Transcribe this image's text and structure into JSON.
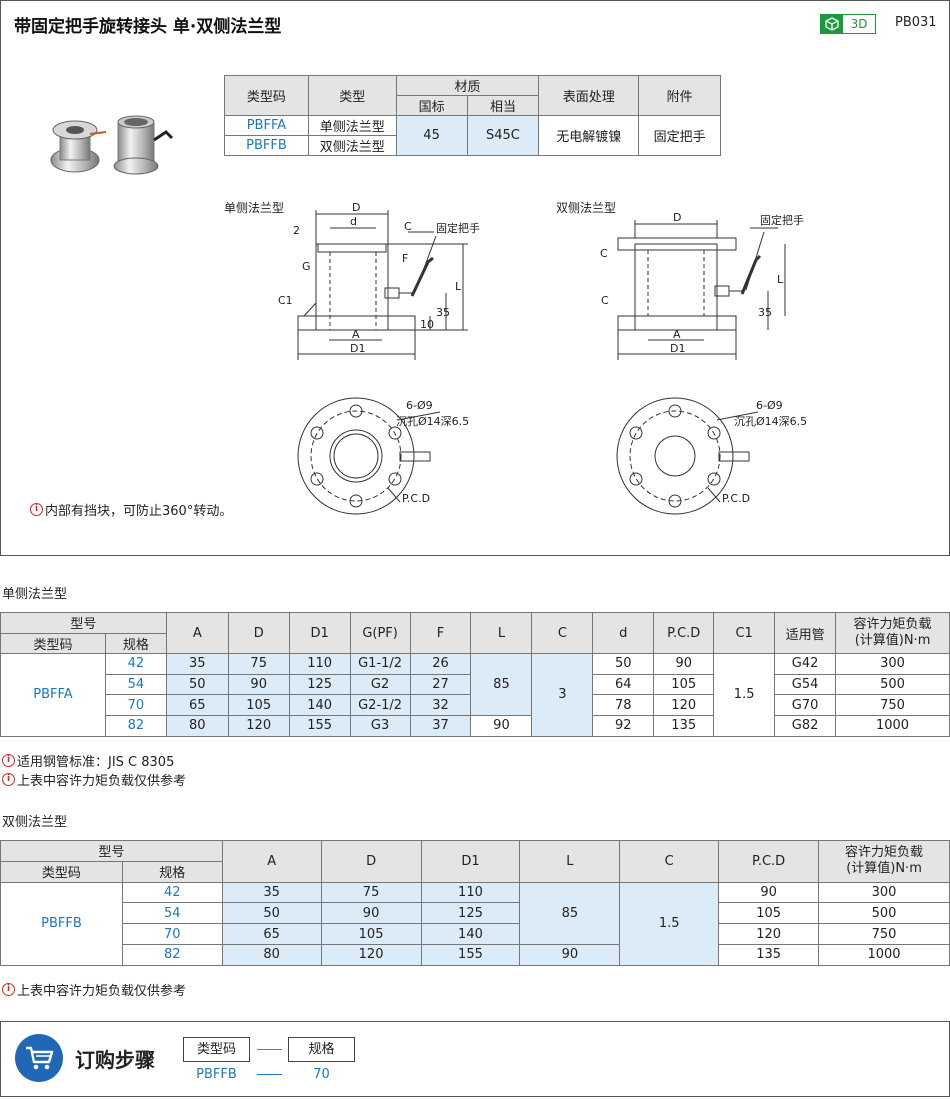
{
  "header": {
    "title": "带固定把手旋转接头  单·双侧法兰型",
    "badge_3d": "3D",
    "page_code": "PB031"
  },
  "spec_table": {
    "col_type_code": "类型码",
    "col_type": "类型",
    "col_material": "材质",
    "col_standard": "国标",
    "col_equivalent": "相当",
    "col_surface": "表面处理",
    "col_accessory": "附件",
    "rows": [
      {
        "code": "PBFFA",
        "type": "单侧法兰型"
      },
      {
        "code": "PBFFB",
        "type": "双侧法兰型"
      }
    ],
    "material_standard": "45",
    "material_equivalent": "S45C",
    "surface": "无电解镀镍",
    "accessory": "固定把手"
  },
  "drawings": {
    "single_label": "单侧法兰型",
    "double_label": "双侧法兰型",
    "fixed_handle": "固定把手",
    "dim_D": "D",
    "dim_d": "d",
    "dim_C": "C",
    "dim_C1": "C1",
    "dim_F": "F",
    "dim_G": "G",
    "dim_L": "L",
    "dim_A": "A",
    "dim_D1": "D1",
    "dim_2": "2",
    "dim_35": "35",
    "dim_10": "10",
    "holes": "6-Ø9",
    "counterbore": "沉孔Ø14深6.5",
    "pcd": "P.C.D"
  },
  "top_note": "内部有挡块，可防止360°转动。",
  "single_section": {
    "title": "单侧法兰型",
    "headers": {
      "model": "型号",
      "type_code": "类型码",
      "spec": "规格",
      "A": "A",
      "D": "D",
      "D1": "D1",
      "G": "G(PF)",
      "F": "F",
      "L": "L",
      "C": "C",
      "d": "d",
      "pcd": "P.C.D",
      "C1": "C1",
      "pipe": "适用管",
      "torque": "容许力矩负载",
      "torque_unit": "(计算值)N·m"
    },
    "type_code": "PBFFA",
    "rows": [
      {
        "spec": "42",
        "A": "35",
        "D": "75",
        "D1": "110",
        "G": "G1-1/2",
        "F": "26",
        "d": "50",
        "pcd": "90",
        "pipe": "G42",
        "torque": "300"
      },
      {
        "spec": "54",
        "A": "50",
        "D": "90",
        "D1": "125",
        "G": "G2",
        "F": "27",
        "d": "64",
        "pcd": "105",
        "pipe": "G54",
        "torque": "500"
      },
      {
        "spec": "70",
        "A": "65",
        "D": "105",
        "D1": "140",
        "G": "G2-1/2",
        "F": "32",
        "d": "78",
        "pcd": "120",
        "pipe": "G70",
        "torque": "750"
      },
      {
        "spec": "82",
        "A": "80",
        "D": "120",
        "D1": "155",
        "G": "G3",
        "F": "37",
        "d": "92",
        "pcd": "135",
        "pipe": "G82",
        "torque": "1000"
      }
    ],
    "L_main": "85",
    "L_last": "90",
    "C_value": "3",
    "C1_value": "1.5",
    "notes": [
      "适用钢管标准：JIS C 8305",
      "上表中容许力矩负载仅供参考"
    ]
  },
  "double_section": {
    "title": "双侧法兰型",
    "headers": {
      "model": "型号",
      "type_code": "类型码",
      "spec": "规格",
      "A": "A",
      "D": "D",
      "D1": "D1",
      "L": "L",
      "C": "C",
      "pcd": "P.C.D",
      "torque": "容许力矩负载",
      "torque_unit": "(计算值)N·m"
    },
    "type_code": "PBFFB",
    "rows": [
      {
        "spec": "42",
        "A": "35",
        "D": "75",
        "D1": "110",
        "pcd": "90",
        "torque": "300"
      },
      {
        "spec": "54",
        "A": "50",
        "D": "90",
        "D1": "125",
        "pcd": "105",
        "torque": "500"
      },
      {
        "spec": "70",
        "A": "65",
        "D": "105",
        "D1": "140",
        "pcd": "120",
        "torque": "750"
      },
      {
        "spec": "82",
        "A": "80",
        "D": "120",
        "D1": "155",
        "pcd": "135",
        "torque": "1000"
      }
    ],
    "L_main": "85",
    "L_last": "90",
    "C_value": "1.5",
    "notes": [
      "上表中容许力矩负载仅供参考"
    ]
  },
  "order": {
    "title": "订购步骤",
    "box1": "类型码",
    "box2": "规格",
    "example_code": "PBFFB",
    "example_spec": "70"
  }
}
